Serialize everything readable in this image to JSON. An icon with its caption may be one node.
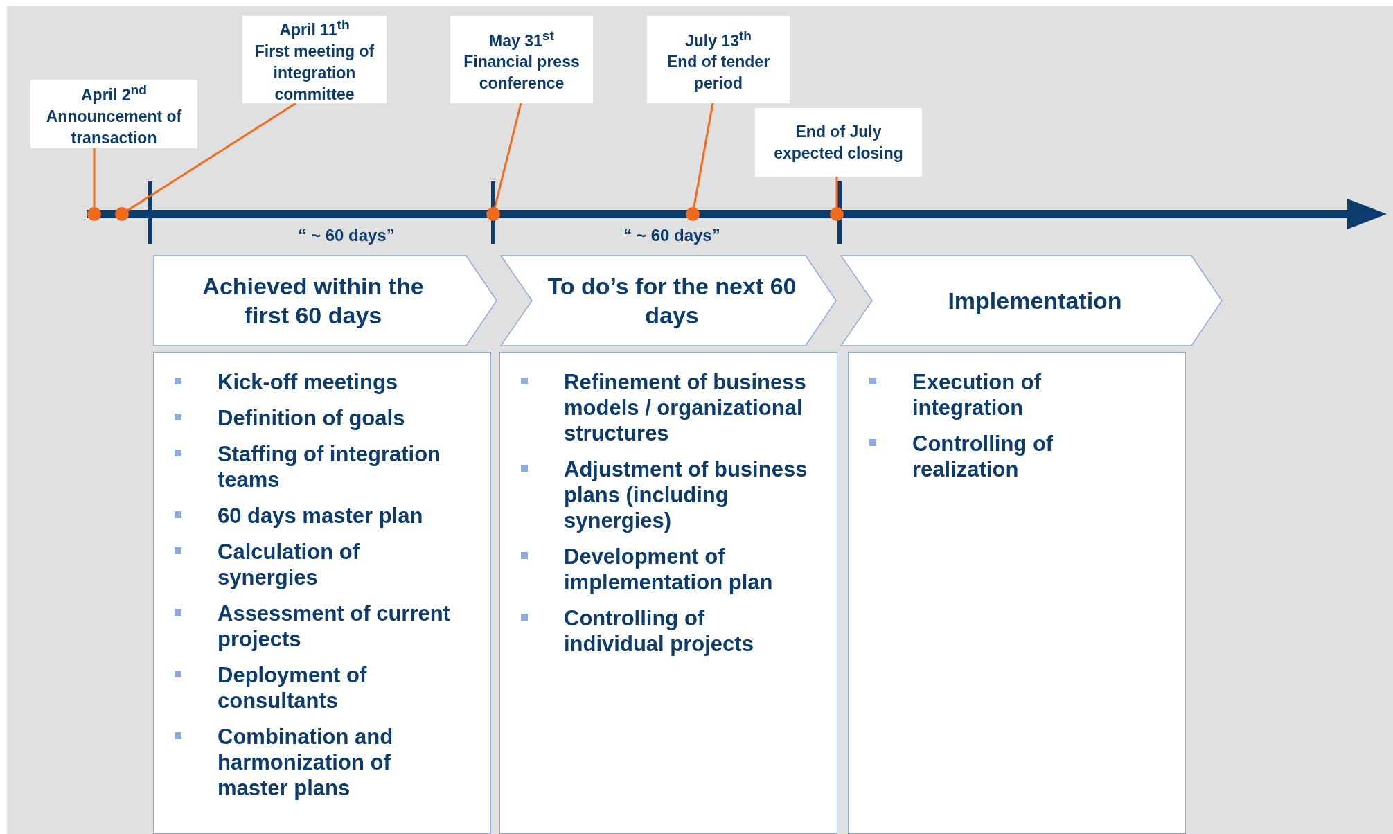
{
  "diagram": {
    "nodes": [
      {
        "text": [
          "April 2$^{nd}$",
          "Announcement of transaction"
        ]
      },
      {
        "text": [
          "April 11$^{th}$",
          "First meeting of integration committee"
        ]
      },
      {
        "text": [
          "May 31$^{st}$",
          "Financial press conference"
        ]
      },
      {
        "text": [
          "July 13$^{th}$",
          "End of tender period"
        ]
      },
      {
        "text": [
          "End of July expected closing"
        ]
      },
      {
        "text": [],
        "shape": "circle"
      },
      {
        "text": [],
        "shape": "circle"
      },
      {
        "text": [],
        "shape": "circle"
      },
      {
        "text": [],
        "shape": "circle"
      },
      {
        "text": [],
        "shape": "circle"
      },
      {
        "text": [
          "Achieved within the first 60 days"
        ]
      },
      {
        "text": [
          "To do’s for the next 60 days"
        ]
      },
      {
        "text": [
          "Implementation"
        ]
      },
      {
        "text": [
          "Kick-off meetings",
          "Definition of goals",
          "Staffing of integration teams",
          "60 days master plan",
          "Calculation of synergies",
          "Assessment of current projects",
          "Deployment of consultants",
          "Combination and harmonization of master plans"
        ]
      },
      {
        "text": [
          "Refinement of business models / organizational structures",
          "Adjustment of business plans (including synergies)",
          "Development of implementation plan",
          "Controlling of individual projects"
        ]
      },
      {
        "text": [
          "Execution of integration",
          "Controlling of realization"
        ]
      }
    ],
    "edges": [
      {
        "from": 0,
        "to": 5,
        "arrow": "none"
      },
      {
        "from": 1,
        "to": 6,
        "arrow": "none"
      },
      {
        "from": 2,
        "to": 7,
        "arrow": "none"
      },
      {
        "from": 3,
        "to": 8,
        "arrow": "none"
      },
      {
        "from": 4,
        "to": 9,
        "arrow": "none"
      }
    ],
    "labels": [
      "“ ~ 60 days”",
      "“ ~ 60 days”"
    ]
  }
}
